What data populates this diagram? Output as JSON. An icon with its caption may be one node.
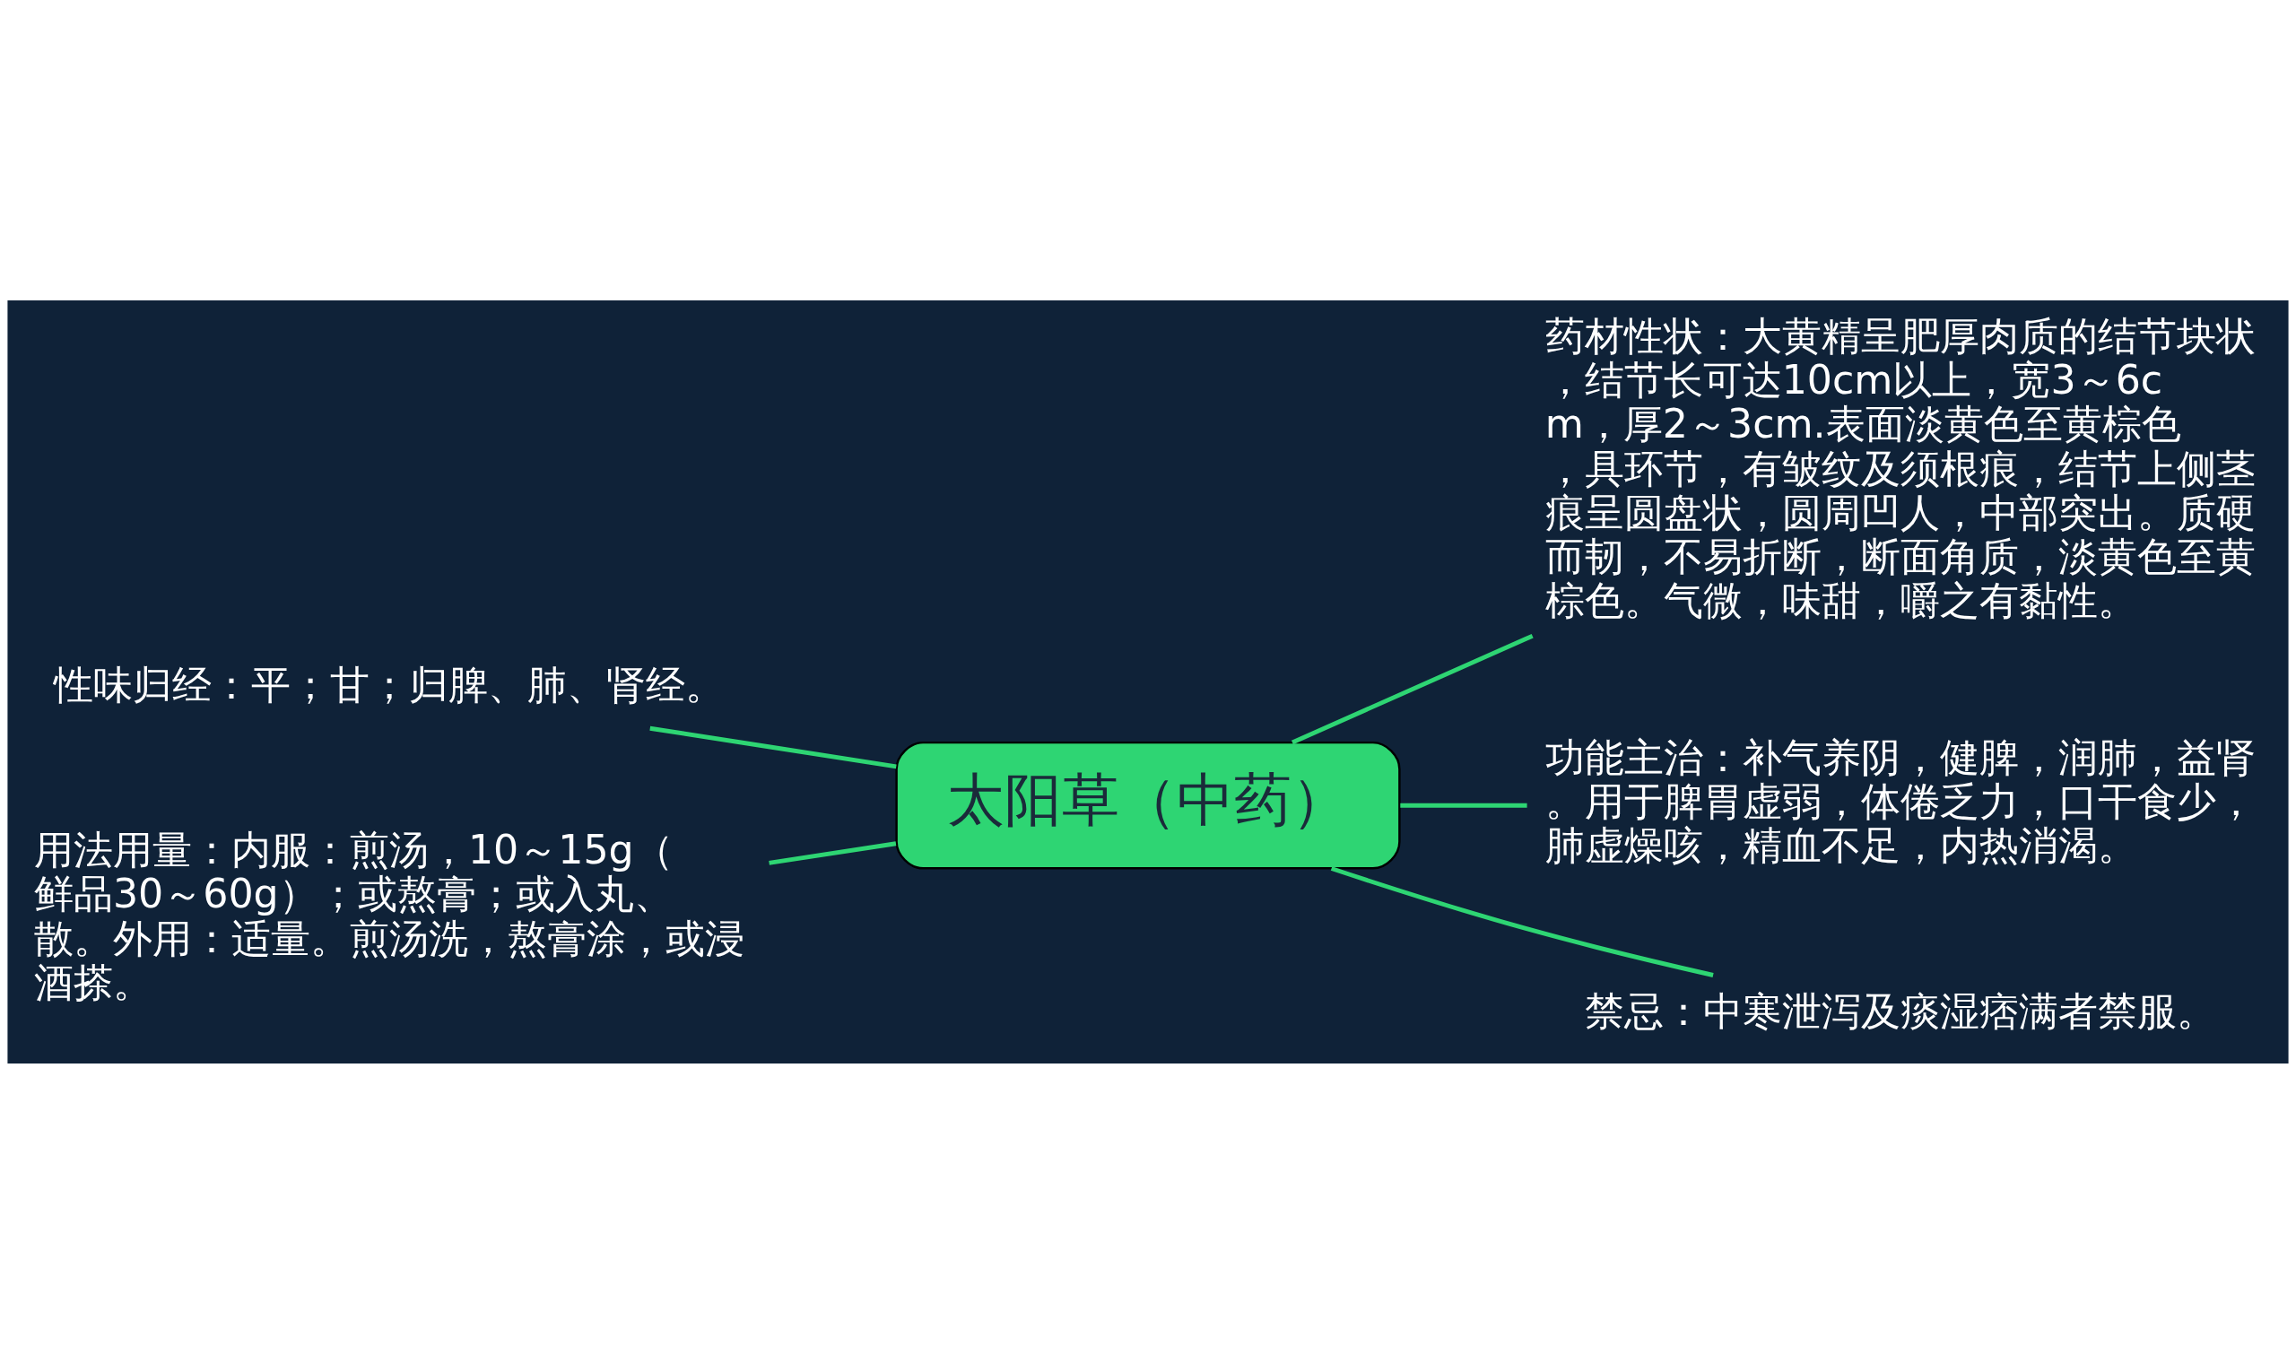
{
  "diagram": {
    "nodes": [
      {
        "text": [
          "太阳草（中药）"
        ]
      },
      {
        "text": [
          "性味归经：平；甘；归脾、肺、肾经。"
        ]
      },
      {
        "text": [
          "用法用量：内服：煎汤，10～15g（鲜品30～60g）；或熬膏；或入丸、散。外用：适量。煎汤洗，熬膏涂，或浸酒搽。"
        ]
      },
      {
        "text": [
          "药材性状：大黄精呈肥厚肉质的结节块状，结节长可达10cm以上，宽3～6cm，厚2～3cm.表面淡黄色至黄棕色，具环节，有皱纹及须根痕，结节上侧茎痕呈圆盘状，圆周凹人，中部突出。质硬而韧，不易折断，断面角质，淡黄色至黄棕色。气微，味甜，嚼之有黏性。"
        ]
      },
      {
        "text": [
          "功能主治：补气养阴，健脾，润肺，益肾。用于脾胃虚弱，体倦乏力，口干食少，肺虚燥咳，精血不足，内热消渴。"
        ]
      },
      {
        "text": [
          "禁忌：中寒泄泻及痰湿痞满者禁服。"
        ]
      }
    ],
    "edges": [
      {
        "from": 0,
        "to": 1,
        "arrow": "none"
      },
      {
        "from": 0,
        "to": 2,
        "arrow": "none"
      },
      {
        "from": 0,
        "to": 3,
        "arrow": "none"
      },
      {
        "from": 0,
        "to": 4,
        "arrow": "none"
      },
      {
        "from": 0,
        "to": 5,
        "arrow": "none"
      }
    ]
  }
}
